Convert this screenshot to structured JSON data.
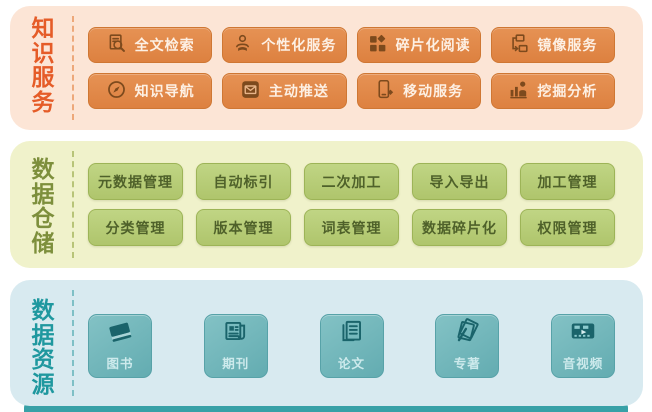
{
  "sections": [
    {
      "id": "knowledge-services",
      "title": "知识服务",
      "accent_color": "#e55c28",
      "panel_bg": "#fce5d6",
      "button_bg": "#e28a4b",
      "button_text_color": "#fdf0e4",
      "icon_color": "#7d4a1d",
      "items": [
        {
          "label": "全文检索",
          "icon": "fulltext-search-icon"
        },
        {
          "label": "个性化服务",
          "icon": "personalized-service-icon"
        },
        {
          "label": "碎片化阅读",
          "icon": "fragmented-reading-icon"
        },
        {
          "label": "镜像服务",
          "icon": "mirror-service-icon"
        },
        {
          "label": "知识导航",
          "icon": "knowledge-navigation-icon"
        },
        {
          "label": "主动推送",
          "icon": "active-push-icon"
        },
        {
          "label": "移动服务",
          "icon": "mobile-service-icon"
        },
        {
          "label": "挖掘分析",
          "icon": "mining-analysis-icon"
        }
      ]
    },
    {
      "id": "data-warehouse",
      "title": "数据仓储",
      "accent_color": "#7d8f3c",
      "panel_bg": "#f0f2cb",
      "button_bg": "#b9cf7b",
      "button_text_color": "#4f612a",
      "items": [
        {
          "label": "元数据管理"
        },
        {
          "label": "自动标引"
        },
        {
          "label": "二次加工"
        },
        {
          "label": "导入导出"
        },
        {
          "label": "加工管理"
        },
        {
          "label": "分类管理"
        },
        {
          "label": "版本管理"
        },
        {
          "label": "词表管理"
        },
        {
          "label": "数据碎片化"
        },
        {
          "label": "权限管理"
        }
      ]
    },
    {
      "id": "data-resources",
      "title": "数据资源",
      "accent_color": "#1f989f",
      "panel_bg": "#d8eaf0",
      "tile_bg": "#74b7bb",
      "tile_text_color": "#cdeaec",
      "icon_color": "#1a646b",
      "underlay_color": "#38a1a7",
      "items": [
        {
          "label": "图书",
          "icon": "book-icon"
        },
        {
          "label": "期刊",
          "icon": "journal-icon"
        },
        {
          "label": "论文",
          "icon": "paper-icon"
        },
        {
          "label": "专著",
          "icon": "monograph-icon"
        },
        {
          "label": "音视频",
          "icon": "audio-video-icon"
        }
      ]
    }
  ]
}
